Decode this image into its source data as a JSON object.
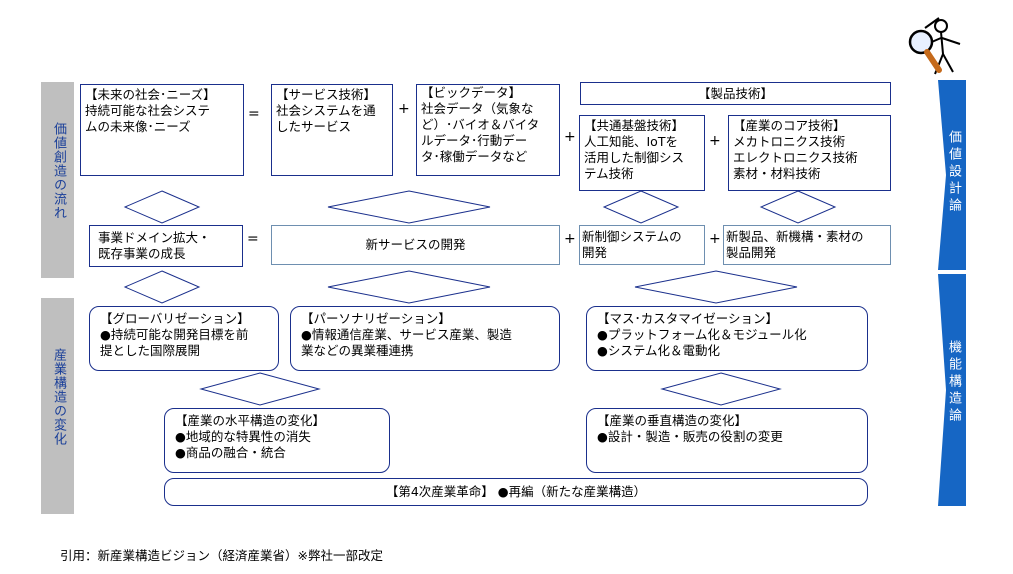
{
  "sidebar": {
    "top_label": "価値創造の流れ",
    "bottom_label": "産業構造の変化"
  },
  "right_tabs": {
    "top_label": "価値設計論",
    "bottom_label": "機能構造論"
  },
  "row1": {
    "future_society": {
      "heading": "【未来の社会･ニーズ】",
      "lines": [
        "持続可能な社会システ",
        "ムの未来像･ニーズ"
      ]
    },
    "service_tech": {
      "heading": "【サービス技術】",
      "lines": [
        "社会システムを通",
        "したサービス"
      ]
    },
    "big_data": {
      "heading": "【ビックデータ】",
      "lines": [
        "社会データ（気象な",
        "ど）･バイオ＆バイタ",
        "ルデータ･行動デー",
        "タ･稼働データなど"
      ]
    },
    "product_tech": {
      "heading": "【製品技術】"
    },
    "common_tech": {
      "heading": "【共通基盤技術】",
      "lines": [
        "人工知能、IoTを",
        "活用した制御シス",
        "テム技術"
      ]
    },
    "core_tech": {
      "heading": "【産業のコア技術】",
      "lines": [
        "メカトロニクス技術",
        "エレクトロニクス技術",
        "素材・材料技術"
      ]
    }
  },
  "row2": {
    "domain_expansion": {
      "lines": [
        "事業ドメイン拡大・",
        "既存事業の成長"
      ]
    },
    "new_service": {
      "label": "新サービスの開発"
    },
    "new_control": {
      "lines": [
        "新制御システムの",
        "開発"
      ]
    },
    "new_product": {
      "lines": [
        "新製品、新機構・素材の",
        "製品開発"
      ]
    }
  },
  "row3": {
    "globalization": {
      "heading": "【グローバリゼーション】",
      "lines": [
        "●持続可能な開発目標を前",
        "提とした国際展開"
      ]
    },
    "personalization": {
      "heading": "【パーソナリゼーション】",
      "lines": [
        "●情報通信産業、サービス産業、製造",
        "業などの異業種連携"
      ]
    },
    "mass_custom": {
      "heading": "【マス･カスタマイゼーション】",
      "lines": [
        "●プラットフォーム化＆モジュール化",
        "●システム化＆電動化"
      ]
    }
  },
  "row4": {
    "horizontal": {
      "heading": "【産業の水平構造の変化】",
      "lines": [
        "●地域的な特異性の消失",
        "●商品の融合・統合"
      ]
    },
    "vertical": {
      "heading": "【産業の垂直構造の変化】",
      "lines": [
        "●設計・製造・販売の役割の変更"
      ]
    }
  },
  "row5": {
    "label": "【第4次産業革命】 ●再編（新たな産業構造）"
  },
  "operators": {
    "equals": "=",
    "plus": "+"
  },
  "citation": "引用：新産業構造ビジョン（経済産業省）※弊社一部改定",
  "colors": {
    "border": "#1a2f8c",
    "accent_blue": "#1666c4",
    "grey": "#bfbfbf"
  },
  "icons": {
    "mascot": "magnifier-person-icon"
  }
}
